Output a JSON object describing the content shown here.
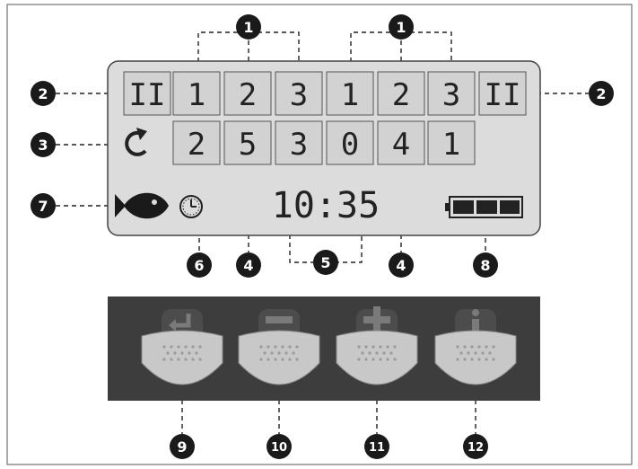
{
  "lcd": {
    "pause_left": "II",
    "pause_right": "II",
    "top_left_cells": [
      "1",
      "2",
      "3"
    ],
    "top_right_cells": [
      "1",
      "2",
      "3"
    ],
    "middle_left_cells": [
      "2",
      "5",
      "3"
    ],
    "middle_right_cells": [
      "0",
      "4",
      "1"
    ],
    "time": "10:35",
    "battery_level": 1.0
  },
  "callouts": [
    "1",
    "1",
    "2",
    "2",
    "3",
    "4",
    "4",
    "5",
    "6",
    "7",
    "8",
    "9",
    "10",
    "11",
    "12"
  ],
  "colors": {
    "lcd_bg": "#dcdcdc",
    "lcd_cell": "#d2d2d2",
    "segment": "#222222",
    "badge": "#1a1a1a",
    "panel": "#3d3d3d",
    "button": "#c8c8c8"
  },
  "icons": {
    "repeat": "repeat-arrow-icon",
    "fish": "fish-icon",
    "clock": "clock-icon",
    "battery": "battery-icon",
    "enter": "enter-arrow-icon",
    "minus": "minus-icon",
    "plus": "plus-icon",
    "info": "info-icon"
  }
}
